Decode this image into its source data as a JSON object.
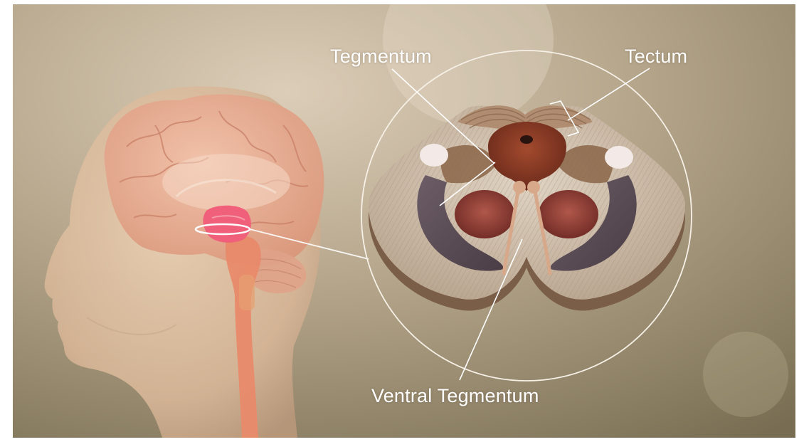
{
  "labels": {
    "tegmentum": "Tegmentum",
    "tectum": "Tectum",
    "ventral_tegmentum": "Ventral Tegmentum"
  },
  "colors": {
    "background_light": "#d6c6b0",
    "background_dark": "#7d725a",
    "head_skin": "#d9b99a",
    "brain": "#e7a98f",
    "midbrain_highlight": "#f0607a",
    "brainstem": "#e88a6a",
    "section_tissue": "#c9b8a6",
    "red_nucleus": "#8b3a30",
    "substantia_nigra": "#5a4a52",
    "label_text": "#ffffff"
  }
}
